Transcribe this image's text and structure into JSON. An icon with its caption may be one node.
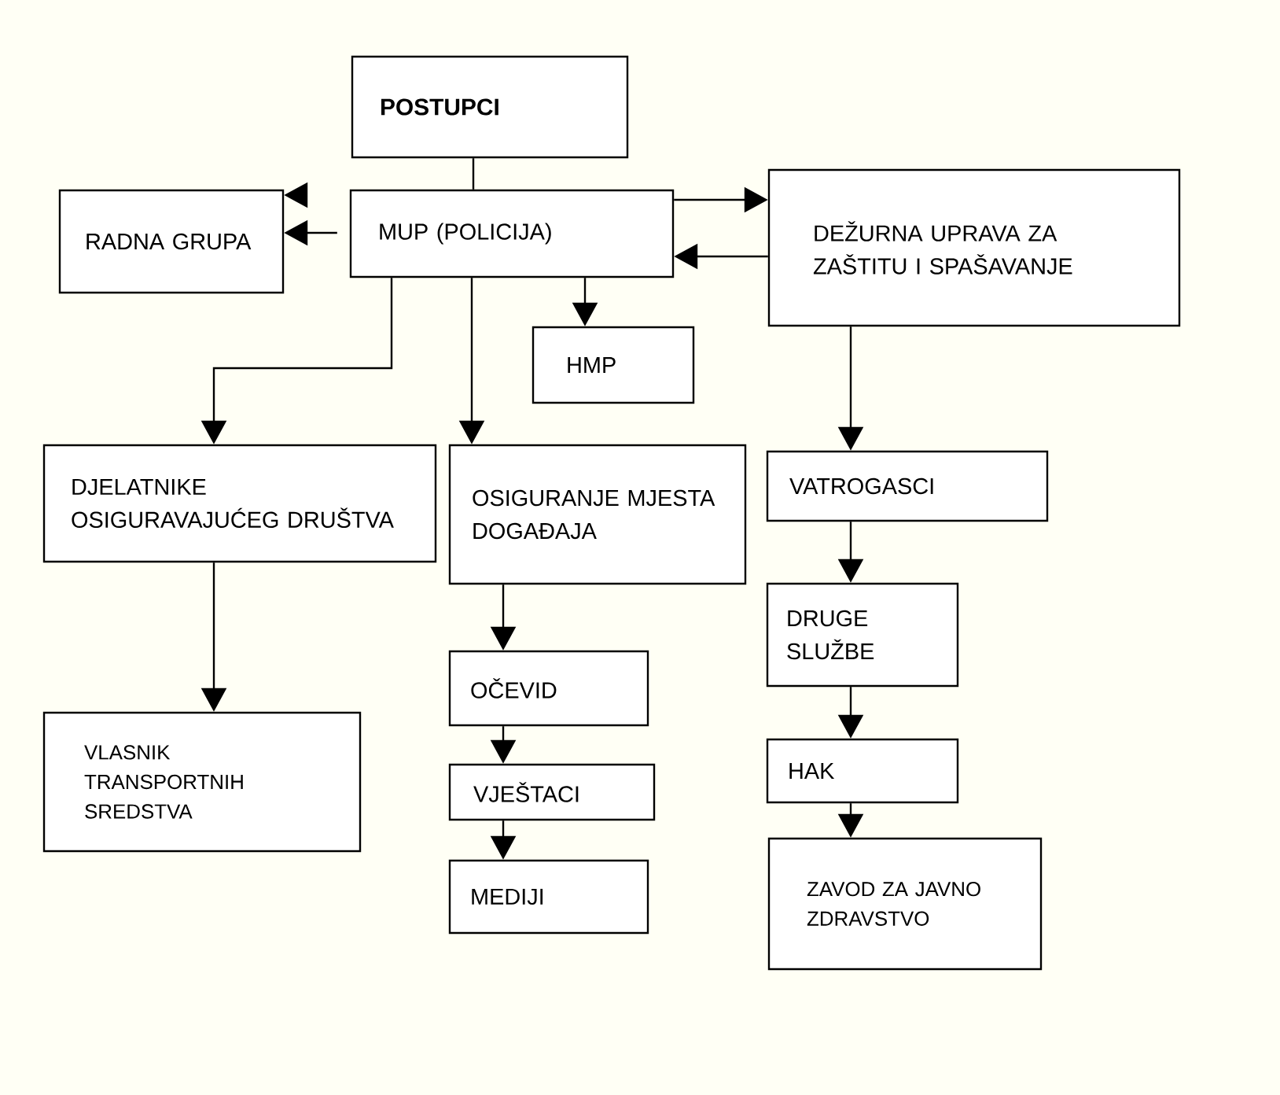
{
  "diagram": {
    "nodes": [
      {
        "text": [
          "POSTUPCI"
        ]
      },
      {
        "text": [
          "RADNA GRUPA"
        ]
      },
      {
        "text": [
          "MUP (POLICIJA)"
        ]
      },
      {
        "text": [
          "DEŽURNA UPRAVA ZA ZAŠTITU I SPAŠAVANJE"
        ]
      },
      {
        "text": [
          "HMP"
        ]
      },
      {
        "text": [
          "DJELATNIKE OSIGURAVAJUĆEG DRUŠTVA"
        ]
      },
      {
        "text": [
          "OSIGURANJE MJESTA DOGAĐAJA"
        ]
      },
      {
        "text": [
          "VATROGASCI"
        ]
      },
      {
        "text": [
          "VLASNIK TRANSPORTNIH SREDSTVA"
        ]
      },
      {
        "text": [
          "OČEVID"
        ]
      },
      {
        "text": [
          "DRUGE SLUŽBE"
        ]
      },
      {
        "text": [
          "VJEŠTACI"
        ]
      },
      {
        "text": [
          "HAK"
        ]
      },
      {
        "text": [
          "MEDIJI"
        ]
      },
      {
        "text": [
          "ZAVOD ZA JAVNO ZDRAVSTVO"
        ]
      }
    ],
    "edges": [
      {
        "from": 0,
        "to": 2,
        "arrow": "none"
      },
      {
        "from": 2,
        "to": 1,
        "arrow": "to"
      },
      {
        "from": null,
        "to": 1,
        "arrow": "to"
      },
      {
        "from": 2,
        "to": 3,
        "arrow": "to"
      },
      {
        "from": 3,
        "to": 2,
        "arrow": "to"
      },
      {
        "from": 2,
        "to": 4,
        "arrow": "to"
      },
      {
        "from": 2,
        "to": 5,
        "arrow": "to"
      },
      {
        "from": 2,
        "to": 6,
        "arrow": "to"
      },
      {
        "from": 3,
        "to": 7,
        "arrow": "to"
      },
      {
        "from": 5,
        "to": 8,
        "arrow": "to"
      },
      {
        "from": 6,
        "to": 9,
        "arrow": "to"
      },
      {
        "from": 7,
        "to": 10,
        "arrow": "to"
      },
      {
        "from": 9,
        "to": 11,
        "arrow": "to"
      },
      {
        "from": 10,
        "to": 12,
        "arrow": "to"
      },
      {
        "from": 11,
        "to": 13,
        "arrow": "to"
      },
      {
        "from": 12,
        "to": 14,
        "arrow": "to"
      }
    ]
  }
}
